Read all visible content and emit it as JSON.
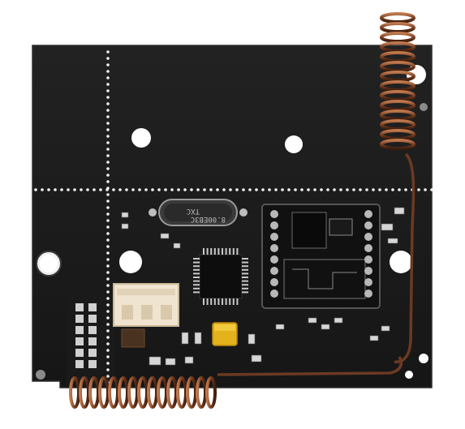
{
  "photo": {
    "subject": "pcb-radio-module-board",
    "crystal": {
      "line1": "TXC",
      "line2": "8.00EB3C"
    },
    "colors": {
      "background": "#ffffff",
      "board": "#1c1c1c",
      "board_edge": "#2a2a2a",
      "silk": "#f2f2f2",
      "module": "#141414",
      "copper": "#6b3a22",
      "copper_light": "#b0704a",
      "connector": "#efe4cf",
      "capacitor": "#e4b21c",
      "chip": "#0d0d0d",
      "pad": "#c8c8c8"
    }
  }
}
